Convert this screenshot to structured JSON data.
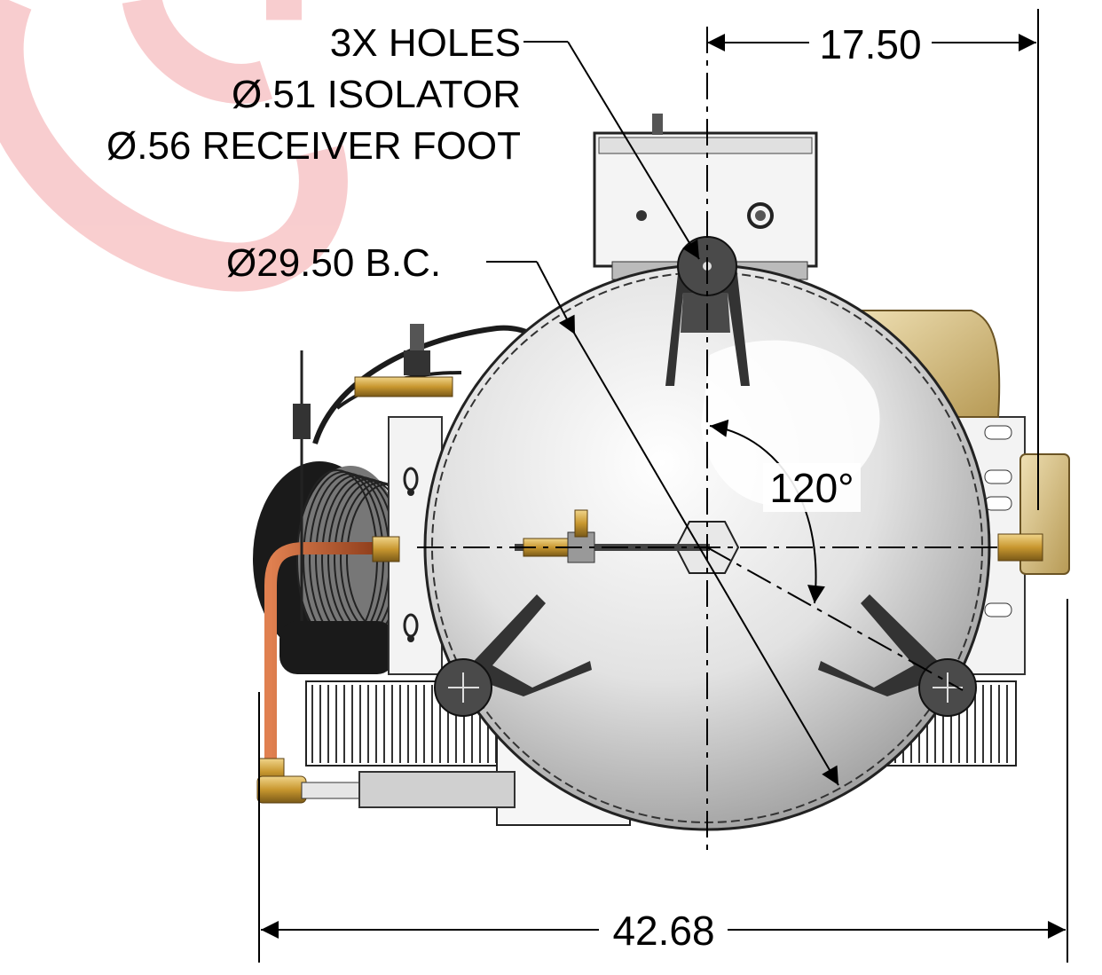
{
  "callouts": {
    "holes_line1": "3X HOLES",
    "holes_line2": "Ø.51 ISOLATOR",
    "holes_line3": "Ø.56 RECEIVER FOOT",
    "bolt_circle": "Ø29.50 B.C."
  },
  "dimensions": {
    "offset": "17.50",
    "overall_width": "42.68",
    "angle": "120°"
  },
  "colors": {
    "watermark": "#f2a0a4",
    "line": "#000000",
    "tank": "#d8d8d8",
    "brass": "#c89a3a",
    "copper": "#b8552a",
    "tan_cover": "#d9c48e"
  }
}
